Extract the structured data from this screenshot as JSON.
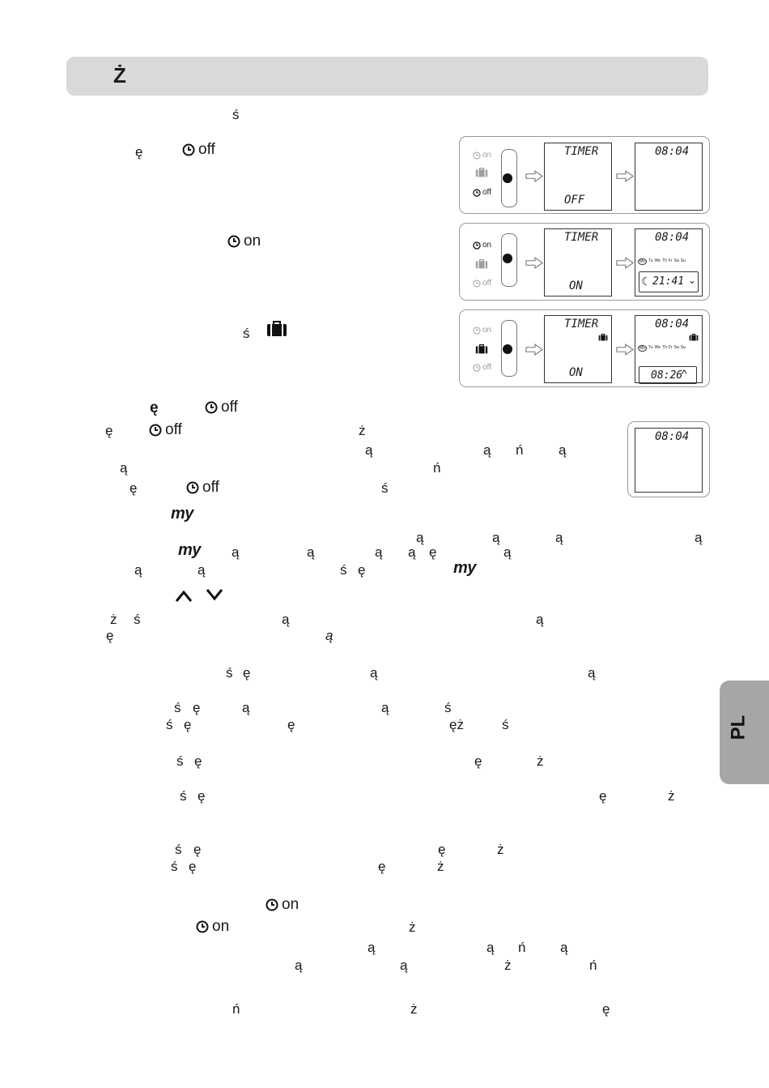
{
  "header": {
    "title": "Ż"
  },
  "icons": {
    "clock": "clock-icon",
    "suitcase": "suitcase-icon",
    "chevron_up": "chevron-up-icon",
    "chevron_down": "chevron-down-icon"
  },
  "labels": {
    "off": "off",
    "on": "on",
    "my": "my"
  },
  "fragments": {
    "intro": "ś",
    "s1": "ę",
    "s2": "ś",
    "h1": "ę",
    "p1a": "ę",
    "p1b": "ż",
    "p2a": "ą",
    "p2b": "ą",
    "p2c": "ń",
    "p2d": "ą",
    "p3a": "ą",
    "p3b": "ń",
    "p4a": "ę",
    "p4b": "ś",
    "m1a": "ą",
    "m1b": "ą",
    "m1c": "ą",
    "m1d": "ą",
    "m2a": "ą",
    "m2b": "ą",
    "m2c": "ą",
    "m2d": "ą",
    "m2e": "ę",
    "m2f": "ą",
    "m3a": "ą",
    "m3b": "ą",
    "m3c": "ś",
    "m3d": "ę",
    "c1a": "ż",
    "c1b": "ś",
    "c1c": "ą",
    "c1d": "ą",
    "c2a": "ę",
    "c2b": "ą",
    "d1a": "ś",
    "d1b": "ę",
    "d1c": "ą",
    "d1d": "ą",
    "d2a": "ś",
    "d2b": "ę",
    "d2c": "ą",
    "d2d": "ą",
    "d2e": "ś",
    "d3a": "ś",
    "d3b": "ę",
    "d3c": "ę",
    "d3d": "ęż",
    "d3e": "ś",
    "d4a": "ś",
    "d4b": "ę",
    "d4c": "ę",
    "d4d": "ż",
    "d5a": "ś",
    "d5b": "ę",
    "d5c": "ę",
    "d5d": "ż",
    "d6a": "ś",
    "d6b": "ę",
    "d6c": "ę",
    "d6d": "ż",
    "d7a": "ś",
    "d7b": "ę",
    "d7c": "ę",
    "d7d": "ż",
    "o1a": "ż",
    "o2a": "ą",
    "o2b": "ą",
    "o2c": "ń",
    "o2d": "ą",
    "o3a": "ą",
    "o3b": "ą",
    "o3c": "ż",
    "o3d": "ń",
    "o4a": "ń",
    "o4b": "ż",
    "o4c": "ę"
  },
  "diagram": {
    "selector_on": "on",
    "selector_off": "off",
    "timer_label": "TIMER",
    "off_state": "OFF",
    "on_state": "ON",
    "clock_time": "08:04",
    "days": [
      "Mo",
      "Tu",
      "We",
      "Th",
      "Fr",
      "Sa",
      "Su"
    ],
    "sunset_time": "21:41",
    "holiday_time": "08:26"
  },
  "side_tab": {
    "label": "PL"
  }
}
